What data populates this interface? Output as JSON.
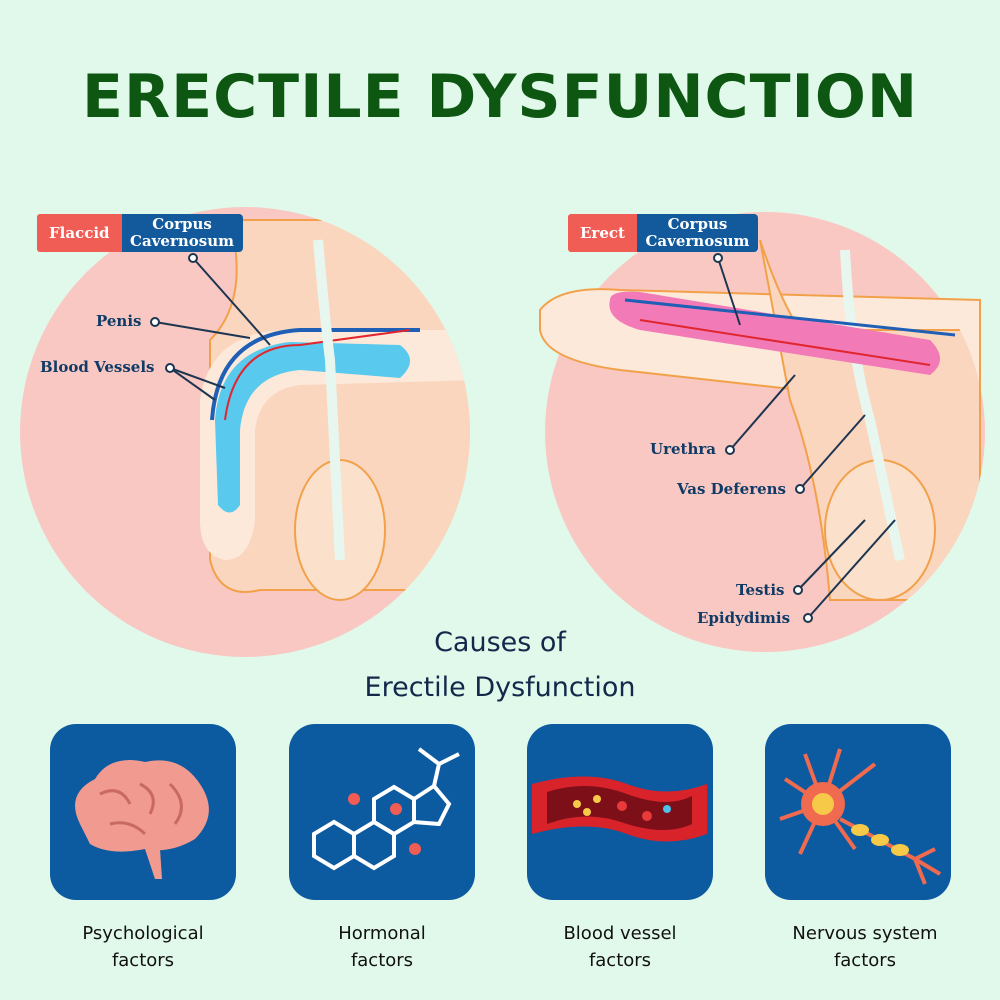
{
  "title": "ERECTILE DYSFUNCTION",
  "flaccid": {
    "state": "Flaccid",
    "part": "Corpus Cavernosum",
    "labels": {
      "penis": "Penis",
      "vessels": "Blood Vessels"
    }
  },
  "erect": {
    "state": "Erect",
    "part": "Corpus Cavernosum",
    "labels": {
      "urethra": "Urethra",
      "vas": "Vas Deferens",
      "testis": "Testis",
      "epididymis": "Epidydimis"
    }
  },
  "causes": {
    "heading_line1": "Causes of",
    "heading_line2": "Erectile Dysfunction",
    "items": [
      {
        "icon": "brain-icon",
        "line1": "Psychological",
        "line2": "factors"
      },
      {
        "icon": "hormone-molecule-icon",
        "line1": "Hormonal",
        "line2": "factors"
      },
      {
        "icon": "blood-vessel-icon",
        "line1": "Blood vessel",
        "line2": "factors"
      },
      {
        "icon": "neuron-icon",
        "line1": "Nervous system",
        "line2": "factors"
      }
    ]
  }
}
